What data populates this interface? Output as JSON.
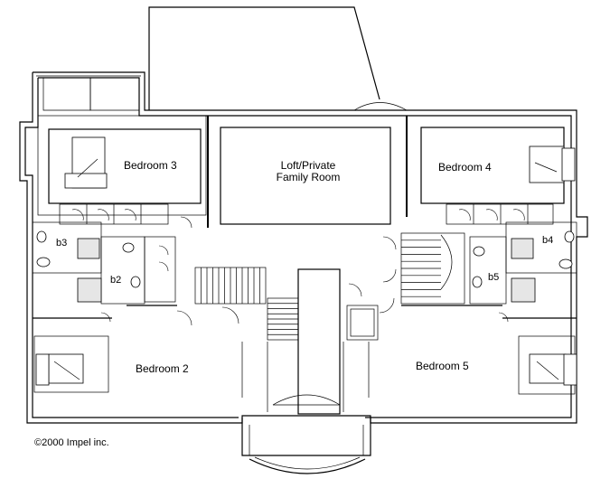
{
  "rooms": {
    "bedroom3": "Bedroom 3",
    "loft_line1": "Loft/Private",
    "loft_line2": "Family Room",
    "bedroom4": "Bedroom 4",
    "bedroom2": "Bedroom 2",
    "bedroom5": "Bedroom 5"
  },
  "baths": {
    "b2": "b2",
    "b3": "b3",
    "b4": "b4",
    "b5": "b5"
  },
  "copyright": "©2000 Impel inc."
}
